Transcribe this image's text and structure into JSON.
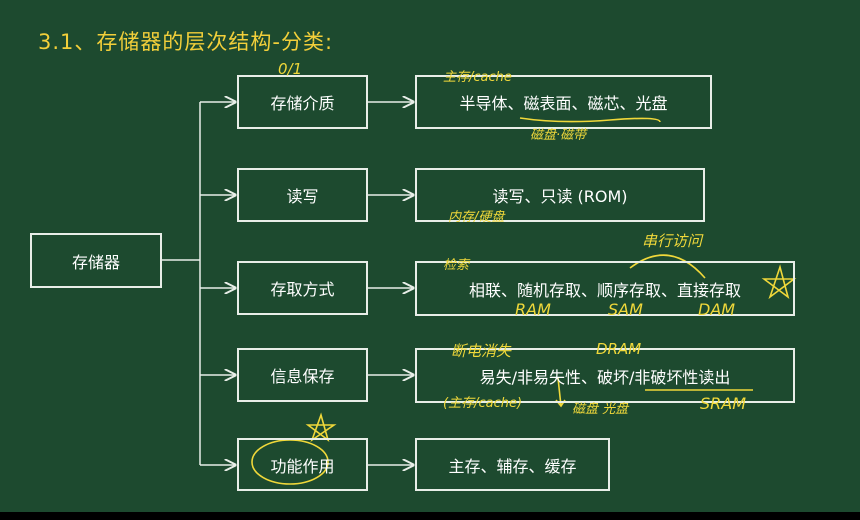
{
  "title": "3.1、存储器的层次结构-分类:",
  "root": "存储器",
  "categories": [
    {
      "label": "存储介质",
      "detail": "半导体、磁表面、磁芯、光盘"
    },
    {
      "label": "读写",
      "detail": "读写、只读 (ROM)"
    },
    {
      "label": "存取方式",
      "detail": "相联、随机存取、顺序存取、直接存取"
    },
    {
      "label": "信息保存",
      "detail": "易失/非易失性、破坏/非破坏性读出"
    },
    {
      "label": "功能作用",
      "detail": "主存、辅存、缓存"
    }
  ],
  "annotations": {
    "a01": "0/1",
    "a_cache": "主存/cache",
    "a_disk": "磁盘·磁带",
    "a_mem": "内存/硬盘",
    "a_serial": "串行访问",
    "a_search": "检索",
    "a_ram": "RAM",
    "a_sam": "SAM",
    "a_dam": "DAM",
    "a_power": "断电消失",
    "a_dram": "DRAM",
    "a_cache2": "(主存/cache)",
    "a_disk2": "磁盘 光盘",
    "a_sram": "SRAM"
  },
  "colors": {
    "background": "#1d4a2f",
    "title": "#f2cf3a",
    "annotation": "#f0d83a"
  }
}
